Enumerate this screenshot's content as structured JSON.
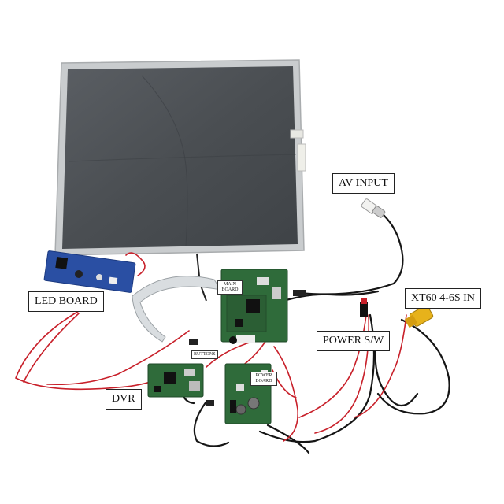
{
  "labels": {
    "av_input": "AV INPUT",
    "xt60": "XT60 4-6S IN",
    "led_board": "LED BOARD",
    "power_sw": "POWER S/W",
    "dvr": "DVR",
    "main_board_l1": "MAIN",
    "main_board_l2": "BOARD",
    "power_board_l1": "POWER",
    "power_board_l2": "BOARD",
    "buttons": "BUTTONS"
  },
  "colors": {
    "panel_frame": "#c9ccce",
    "panel_screen": "#4e5256",
    "pcb_green": "#2f6b3a",
    "led_pcb": "#2a4fa3",
    "wire_red": "#c8202a",
    "wire_black": "#151515",
    "ribbon": "#d9dde0",
    "xt60_yellow": "#e7b21b"
  }
}
